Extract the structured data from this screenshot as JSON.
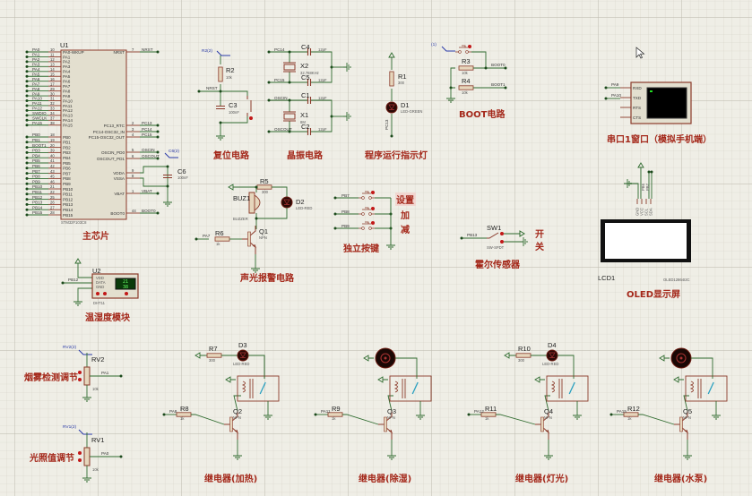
{
  "colors": {
    "background": "#efeee6",
    "wire": "#2f6b2f",
    "component": "#8b3a2a",
    "caption": "#a4281a",
    "probe": "#2a3aa8"
  },
  "u1": {
    "ref": "U1",
    "part": "STM32F103C8",
    "caption": "主芯片",
    "left_pins": [
      {
        "net": "PA0",
        "num": "10",
        "name": "PA0-WKUP"
      },
      {
        "net": "PA1",
        "num": "11",
        "name": "PA1"
      },
      {
        "net": "PA2",
        "num": "12",
        "name": "PA2"
      },
      {
        "net": "PA3",
        "num": "13",
        "name": "PA3"
      },
      {
        "net": "PA4",
        "num": "14",
        "name": "PA4"
      },
      {
        "net": "PA5",
        "num": "15",
        "name": "PA5"
      },
      {
        "net": "PA6",
        "num": "16",
        "name": "PA6"
      },
      {
        "net": "PA7",
        "num": "17",
        "name": "PA7"
      },
      {
        "net": "PA8",
        "num": "29",
        "name": "PA8"
      },
      {
        "net": "PA9",
        "num": "30",
        "name": "PA9"
      },
      {
        "net": "PA10",
        "num": "31",
        "name": "PA10"
      },
      {
        "net": "PA11",
        "num": "32",
        "name": "PA11"
      },
      {
        "net": "PA12",
        "num": "33",
        "name": "PA12"
      },
      {
        "net": "SWDIO",
        "num": "34",
        "name": "PA13"
      },
      {
        "net": "SWCLK",
        "num": "37",
        "name": "PA14"
      },
      {
        "net": "PA15",
        "num": "38",
        "name": "PA15"
      },
      {
        "net": "PB0",
        "num": "18",
        "name": "PB0"
      },
      {
        "net": "PB1",
        "num": "19",
        "name": "PB1"
      },
      {
        "net": "BOOT1",
        "num": "20",
        "name": "PB2"
      },
      {
        "net": "PB3",
        "num": "39",
        "name": "PB3"
      },
      {
        "net": "PB4",
        "num": "40",
        "name": "PB4"
      },
      {
        "net": "PB5",
        "num": "41",
        "name": "PB5"
      },
      {
        "net": "PB6",
        "num": "42",
        "name": "PB6"
      },
      {
        "net": "PB7",
        "num": "43",
        "name": "PB7"
      },
      {
        "net": "PB8",
        "num": "45",
        "name": "PB8"
      },
      {
        "net": "PB9",
        "num": "46",
        "name": "PB9"
      },
      {
        "net": "PB10",
        "num": "21",
        "name": "PB10"
      },
      {
        "net": "PB11",
        "num": "22",
        "name": "PB11"
      },
      {
        "net": "PB12",
        "num": "25",
        "name": "PB12"
      },
      {
        "net": "PB13",
        "num": "26",
        "name": "PB13"
      },
      {
        "net": "PB14",
        "num": "27",
        "name": "PB14"
      },
      {
        "net": "PB15",
        "num": "28",
        "name": "PB15"
      }
    ],
    "right_pins": [
      {
        "name": "NRST",
        "num": "7",
        "net": "NRST"
      },
      {
        "name": "PC13_RTC",
        "num": "2",
        "net": "PC13"
      },
      {
        "name": "PC14-OSC32_IN",
        "num": "3",
        "net": "PC14"
      },
      {
        "name": "PC15-OSC32_OUT",
        "num": "4",
        "net": "PC15"
      },
      {
        "name": "OSCIN_PD0",
        "num": "5",
        "net": "OSCIN"
      },
      {
        "name": "OSCOUT_PD1",
        "num": "6",
        "net": "OSCOUT"
      },
      {
        "name": "VDDA",
        "num": "9",
        "net": ""
      },
      {
        "name": "VSSA",
        "num": "8",
        "net": ""
      },
      {
        "name": "VBAT",
        "num": "1",
        "net": "VBAT"
      },
      {
        "name": "BOOT0",
        "num": "44",
        "net": "BOOT0"
      }
    ],
    "c6": {
      "probe": "C6(2)",
      "ref": "C6",
      "val": "100nF"
    }
  },
  "reset": {
    "probe": "R2(2)",
    "r_ref": "R2",
    "r_val": "10k",
    "net": "NRST",
    "c_ref": "C3",
    "c_val": "100nF",
    "caption": "复位电路"
  },
  "crystal": {
    "pc14": "PC14",
    "pc15": "PC15",
    "oscin": "OSCIN",
    "oscout": "OSCOUT",
    "c4": "C4",
    "c5": "C5",
    "c1": "C1",
    "c2": "C2",
    "cval": "12pF",
    "x2": "X2",
    "x2_val": "32.768KHz",
    "x1": "X1",
    "x1_val": "8M",
    "caption": "晶振电路"
  },
  "run_led": {
    "r_ref": "R1",
    "r_val": "300",
    "d_ref": "D1",
    "d_val": "LED-GREEN",
    "net": "PC13",
    "caption": "程序运行指示灯"
  },
  "boot": {
    "probe": "(1)",
    "r3": "R3",
    "r4": "R4",
    "rval": "10k",
    "boot0": "BOOT0",
    "boot1": "BOOT1",
    "caption": "BOOT电路"
  },
  "serial": {
    "pa9": "PA9",
    "pa10": "PA10",
    "pins": [
      "RXD",
      "TXD",
      "RTS",
      "CTS"
    ],
    "caption": "串口1窗口（模拟手机端）"
  },
  "oled": {
    "pins": [
      "GND",
      "VCC",
      "SCL",
      "SDA"
    ],
    "net_scl": "PB6",
    "net_sda": "PB7",
    "ref": "LCD1",
    "part": "OLED12864I2C",
    "caption": "OLED显示屏"
  },
  "hall": {
    "net": "PB13",
    "ref": "SW1",
    "part": "SW-SPDT",
    "on": "开",
    "off": "关",
    "caption": "霍尔传感器"
  },
  "alarm": {
    "r5": "R5",
    "r5_val": "300",
    "d2": "D2",
    "d2_val": "LED-RED",
    "buz": "BUZ1",
    "buz_val": "BUZZER",
    "q1": "Q1",
    "q1_val": "NPN",
    "r6": "R6",
    "r6_val": "1k",
    "net": "PA7",
    "caption": "声光报警电路"
  },
  "keys": {
    "nets": [
      "PB7",
      "PB8",
      "PB9"
    ],
    "labels": [
      "设置",
      "加",
      "减"
    ],
    "caption": "独立按键"
  },
  "dht": {
    "ref": "U2",
    "part": "DHT11",
    "net": "PB12",
    "pins": [
      "VDD",
      "DATA",
      "GND"
    ],
    "temp": "21",
    "hum": "38",
    "caption": "温湿度模块"
  },
  "rv2": {
    "probe": "RV2(2)",
    "ref": "RV2",
    "val": "10k",
    "net": "PA1",
    "caption": "烟雾检测调节"
  },
  "rv1": {
    "probe": "RV1(2)",
    "ref": "RV1",
    "val": "10k",
    "net": "PA0",
    "caption": "光照值调节"
  },
  "relays": [
    {
      "r_led": "R7",
      "r_led_val": "300",
      "led": "D3",
      "led_val": "LED-RED",
      "net": "PA8",
      "r": "R8",
      "r_val": "1k",
      "q": "Q2",
      "q_val": "NPN",
      "caption": "继电器(加热)"
    },
    {
      "net": "PA11",
      "r": "R9",
      "r_val": "1k",
      "q": "Q3",
      "q_val": "NPN",
      "caption": "继电器(除湿)"
    },
    {
      "r_led": "R10",
      "r_led_val": "300",
      "led": "D4",
      "led_val": "LED-RED",
      "net": "PA12",
      "r": "R11",
      "r_val": "1k",
      "q": "Q4",
      "q_val": "NPN",
      "caption": "继电器(灯光)"
    },
    {
      "net": "PA15",
      "r": "R12",
      "r_val": "1k",
      "q": "Q5",
      "q_val": "NPN",
      "caption": "继电器(水泵)"
    }
  ]
}
